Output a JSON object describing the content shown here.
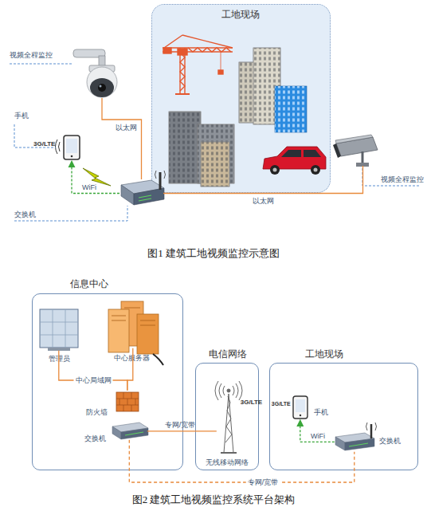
{
  "diagram": {
    "nodes": [
      {
        "text": [
          "工地现场"
        ]
      },
      {
        "text": [
          "视频全程监控"
        ]
      },
      {
        "text": [
          "手机",
          "3G/LTE"
        ]
      },
      {
        "text": [
          "交换机"
        ]
      },
      {
        "text": [
          "视频全程监控"
        ]
      },
      {
        "text": [
          "信息中心"
        ]
      },
      {
        "text": [
          "管理员"
        ],
        "in": 5
      },
      {
        "text": [
          "中心服务器"
        ],
        "in": 5
      },
      {
        "text": [
          "防火墙"
        ],
        "in": 5
      },
      {
        "text": [
          "交换机"
        ],
        "in": 5
      },
      {
        "text": [
          "电信网络"
        ]
      },
      {
        "text": [
          "3G/LTE",
          "无线移动网络"
        ],
        "in": 10
      },
      {
        "text": [
          "工地现场"
        ]
      },
      {
        "text": [
          "3G/LTE",
          "手机"
        ],
        "in": 12
      },
      {
        "text": [
          "交换机"
        ],
        "in": 12
      }
    ],
    "edges": [
      {
        "from": 1,
        "to": 3,
        "arrow": "none",
        "label": "以太网"
      },
      {
        "from": 3,
        "to": 4,
        "arrow": "none",
        "label": "以太网"
      },
      {
        "from": 3,
        "to": 2,
        "arrow": "to",
        "label": "WiFi"
      },
      {
        "from": 6,
        "to": 8,
        "arrow": "none",
        "label": "中心局域网"
      },
      {
        "from": 7,
        "to": 8,
        "arrow": "none"
      },
      {
        "from": 9,
        "to": 11,
        "arrow": "none",
        "label": "专网/宽带"
      },
      {
        "from": 9,
        "to": 14,
        "arrow": "none",
        "label": "专网/宽带"
      },
      {
        "from": 14,
        "to": 13,
        "arrow": "to",
        "label": "WiFi"
      }
    ],
    "labels": [
      "图1 建筑工地视频监控示意图",
      "图2 建筑工地视频监控系统平台架构"
    ]
  }
}
